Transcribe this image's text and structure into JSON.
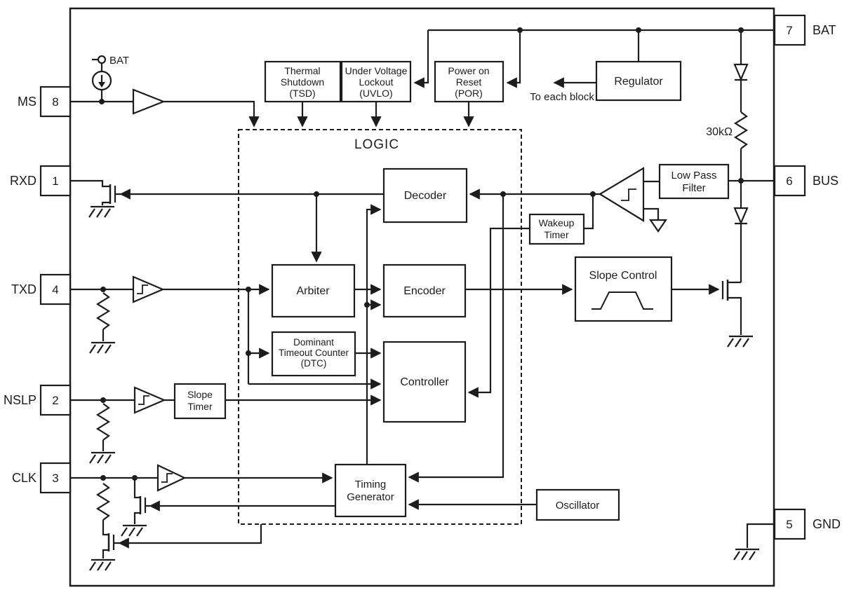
{
  "pins": {
    "left": [
      {
        "name": "MS",
        "number": "8"
      },
      {
        "name": "RXD",
        "number": "1"
      },
      {
        "name": "TXD",
        "number": "4"
      },
      {
        "name": "NSLP",
        "number": "2"
      },
      {
        "name": "CLK",
        "number": "3"
      }
    ],
    "right": [
      {
        "name": "BAT",
        "number": "7"
      },
      {
        "name": "BUS",
        "number": "6"
      },
      {
        "name": "GND",
        "number": "5"
      }
    ]
  },
  "blocks": {
    "logic_label": "LOGIC",
    "tsd": {
      "line1": "Thermal",
      "line2": "Shutdown",
      "line3": "(TSD)"
    },
    "uvlo": {
      "line1": "Under Voltage",
      "line2": "Lockout",
      "line3": "(UVLO)"
    },
    "por": {
      "line1": "Power on",
      "line2": "Reset",
      "line3": "(POR)"
    },
    "regulator": {
      "label": "Regulator"
    },
    "decoder": {
      "label": "Decoder"
    },
    "arbiter": {
      "label": "Arbiter"
    },
    "encoder": {
      "label": "Encoder"
    },
    "dtc": {
      "line1": "Dominant",
      "line2": "Timeout Counter",
      "line3": "(DTC)"
    },
    "controller": {
      "label": "Controller"
    },
    "wakeup_timer": {
      "line1": "Wakeup",
      "line2": "Timer"
    },
    "slope_timer": {
      "line1": "Slope",
      "line2": "Timer"
    },
    "timing_generator": {
      "line1": "Timing",
      "line2": "Generator"
    },
    "oscillator": {
      "label": "Oscillator"
    },
    "slope_control": {
      "label": "Slope Control"
    },
    "low_pass_filter": {
      "line1": "Low Pass",
      "line2": "Filter"
    }
  },
  "annotations": {
    "bat_terminal_label": "BAT",
    "to_each_block": "To each block",
    "pullup_resistor_value": "30kΩ"
  },
  "colors": {
    "line": "#1c1c1c",
    "background": "#ffffff"
  }
}
